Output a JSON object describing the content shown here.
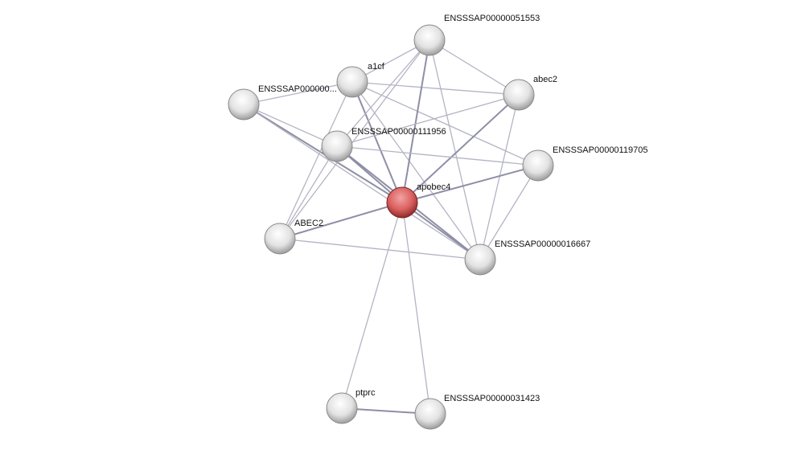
{
  "network": {
    "query_color": "#d9534f",
    "node_color": "#e4e4e4",
    "edge_color": "#9a9ab0",
    "nodes": [
      {
        "id": "n51553",
        "label": "ENSSSAP00000051553",
        "query": false
      },
      {
        "id": "a1cf",
        "label": "a1cf",
        "query": false
      },
      {
        "id": "ntrunc",
        "label": "ENSSSAP000000...",
        "query": false
      },
      {
        "id": "abec2",
        "label": "abec2",
        "query": false
      },
      {
        "id": "n111956",
        "label": "ENSSSAP00000111956",
        "query": false
      },
      {
        "id": "n119705",
        "label": "ENSSSAP00000119705",
        "query": false
      },
      {
        "id": "apobec4",
        "label": "apobec4",
        "query": true
      },
      {
        "id": "ABEC2",
        "label": "ABEC2",
        "query": false
      },
      {
        "id": "n16667",
        "label": "ENSSSAP00000016667",
        "query": false
      },
      {
        "id": "ptprc",
        "label": "ptprc",
        "query": false
      },
      {
        "id": "n31423",
        "label": "ENSSSAP00000031423",
        "query": false
      }
    ],
    "edges": [
      [
        "ntrunc",
        "a1cf",
        1
      ],
      [
        "ntrunc",
        "n111956",
        1
      ],
      [
        "ntrunc",
        "apobec4",
        2
      ],
      [
        "ntrunc",
        "n16667",
        1
      ],
      [
        "a1cf",
        "n51553",
        1
      ],
      [
        "a1cf",
        "abec2",
        1
      ],
      [
        "a1cf",
        "n119705",
        1
      ],
      [
        "a1cf",
        "apobec4",
        2
      ],
      [
        "a1cf",
        "n16667",
        1
      ],
      [
        "a1cf",
        "ABEC2",
        1
      ],
      [
        "n51553",
        "n111956",
        1
      ],
      [
        "n51553",
        "apobec4",
        2
      ],
      [
        "n51553",
        "abec2",
        1
      ],
      [
        "n51553",
        "n16667",
        1
      ],
      [
        "n51553",
        "ABEC2",
        1
      ],
      [
        "abec2",
        "n111956",
        1
      ],
      [
        "abec2",
        "apobec4",
        2
      ],
      [
        "abec2",
        "n16667",
        1
      ],
      [
        "n111956",
        "n119705",
        1
      ],
      [
        "n111956",
        "apobec4",
        2
      ],
      [
        "n111956",
        "n16667",
        2
      ],
      [
        "n111956",
        "ABEC2",
        1
      ],
      [
        "n119705",
        "apobec4",
        2
      ],
      [
        "n119705",
        "n16667",
        1
      ],
      [
        "apobec4",
        "ABEC2",
        2
      ],
      [
        "apobec4",
        "n16667",
        2
      ],
      [
        "ABEC2",
        "n16667",
        1
      ],
      [
        "apobec4",
        "ptprc",
        1
      ],
      [
        "apobec4",
        "n31423",
        1
      ],
      [
        "ptprc",
        "n31423",
        2
      ]
    ]
  }
}
